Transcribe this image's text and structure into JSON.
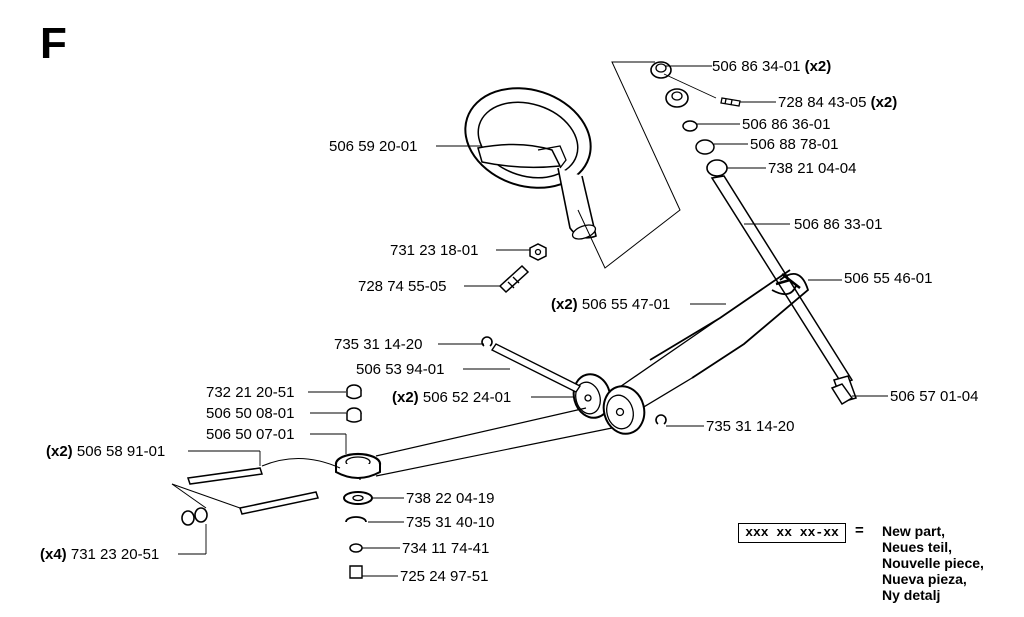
{
  "section": "F",
  "parts": [
    {
      "id": "p1",
      "number": "506 86 34-01",
      "qty": "(x2)",
      "qty_pos": "after"
    },
    {
      "id": "p2",
      "number": "728 84 43-05",
      "qty": "(x2)",
      "qty_pos": "after"
    },
    {
      "id": "p3",
      "number": "506 86 36-01",
      "qty": "",
      "qty_pos": "after"
    },
    {
      "id": "p4",
      "number": "506 88 78-01",
      "qty": "",
      "qty_pos": "after"
    },
    {
      "id": "p5",
      "number": "738 21 04-04",
      "qty": "",
      "qty_pos": "after"
    },
    {
      "id": "p6",
      "number": "506 59 20-01",
      "qty": "",
      "qty_pos": "after"
    },
    {
      "id": "p7",
      "number": "506 86 33-01",
      "qty": "",
      "qty_pos": "after"
    },
    {
      "id": "p8",
      "number": "731 23 18-01",
      "qty": "",
      "qty_pos": "after"
    },
    {
      "id": "p9",
      "number": "728 74 55-05",
      "qty": "",
      "qty_pos": "after"
    },
    {
      "id": "p10",
      "number": "506 55 46-01",
      "qty": "",
      "qty_pos": "after"
    },
    {
      "id": "p11",
      "number": "506 55 47-01",
      "qty": "(x2)",
      "qty_pos": "before"
    },
    {
      "id": "p12",
      "number": "735 31 14-20",
      "qty": "",
      "qty_pos": "after"
    },
    {
      "id": "p13",
      "number": "506 53 94-01",
      "qty": "",
      "qty_pos": "after"
    },
    {
      "id": "p14",
      "number": "732 21 20-51",
      "qty": "",
      "qty_pos": "after"
    },
    {
      "id": "p15",
      "number": "506 52 24-01",
      "qty": "(x2)",
      "qty_pos": "before"
    },
    {
      "id": "p16",
      "number": "506 57 01-04",
      "qty": "",
      "qty_pos": "after"
    },
    {
      "id": "p17",
      "number": "506 50 08-01",
      "qty": "",
      "qty_pos": "after"
    },
    {
      "id": "p18",
      "number": "735 31 14-20",
      "qty": "",
      "qty_pos": "after"
    },
    {
      "id": "p19",
      "number": "506 50 07-01",
      "qty": "",
      "qty_pos": "after"
    },
    {
      "id": "p20",
      "number": "506 58 91-01",
      "qty": "(x2)",
      "qty_pos": "before"
    },
    {
      "id": "p21",
      "number": "738 22 04-19",
      "qty": "",
      "qty_pos": "after"
    },
    {
      "id": "p22",
      "number": "735 31 40-10",
      "qty": "",
      "qty_pos": "after"
    },
    {
      "id": "p23",
      "number": "731 23 20-51",
      "qty": "(x4)",
      "qty_pos": "before"
    },
    {
      "id": "p24",
      "number": "734 11 74-41",
      "qty": "",
      "qty_pos": "after"
    },
    {
      "id": "p25",
      "number": "725 24 97-51",
      "qty": "",
      "qty_pos": "after"
    }
  ],
  "legend": {
    "box": "xxx xx xx-xx",
    "equals": "=",
    "lines": [
      "New part,",
      "Neues teil,",
      "Nouvelle piece,",
      "Nueva pieza,",
      "Ny detalj"
    ]
  }
}
